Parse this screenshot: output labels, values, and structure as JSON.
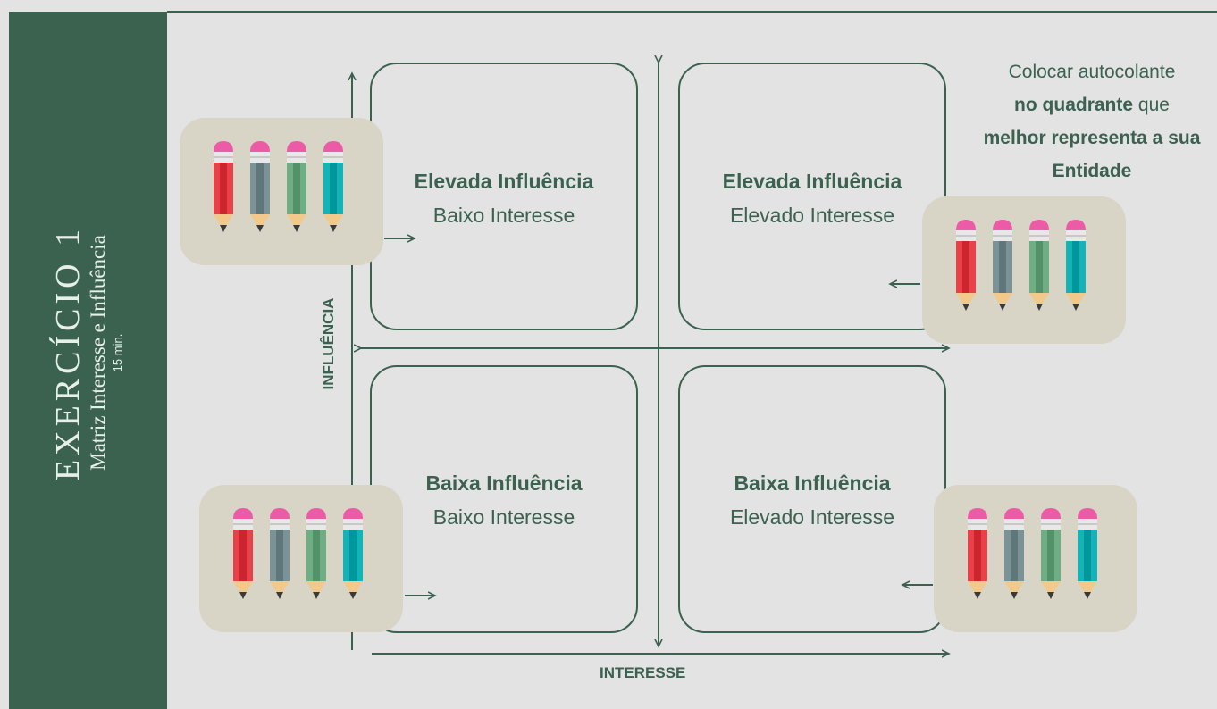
{
  "sidebar": {
    "title": "EXERCÍCIO 1",
    "subtitle": "Matriz Interesse e Influência",
    "duration": "15 min."
  },
  "axes": {
    "x_label": "INTERESSE",
    "y_label": "INFLUÊNCIA"
  },
  "quadrants": [
    {
      "line1": "Elevada Influência",
      "line2": "Baixo Interesse"
    },
    {
      "line1": "Elevada Influência",
      "line2": "Elevado Interesse"
    },
    {
      "line1": "Baixa Influência",
      "line2": "Baixo Interesse"
    },
    {
      "line1": "Baixa Influência",
      "line2": "Elevado Interesse"
    }
  ],
  "instruction": {
    "part1": "Colocar autocolante",
    "part2": "no quadrante",
    "part3": "que",
    "part4": "melhor representa a sua Entidade"
  },
  "sticker_colors": [
    "#e8414a",
    "#7b9397",
    "#6fae84",
    "#14b3b8"
  ],
  "colors": {
    "accent": "#3b614f",
    "background": "#e3e3e3",
    "card": "#d8d4c6",
    "eraser": "#ec5ba6",
    "pencil_tip": "#f3c98b"
  }
}
